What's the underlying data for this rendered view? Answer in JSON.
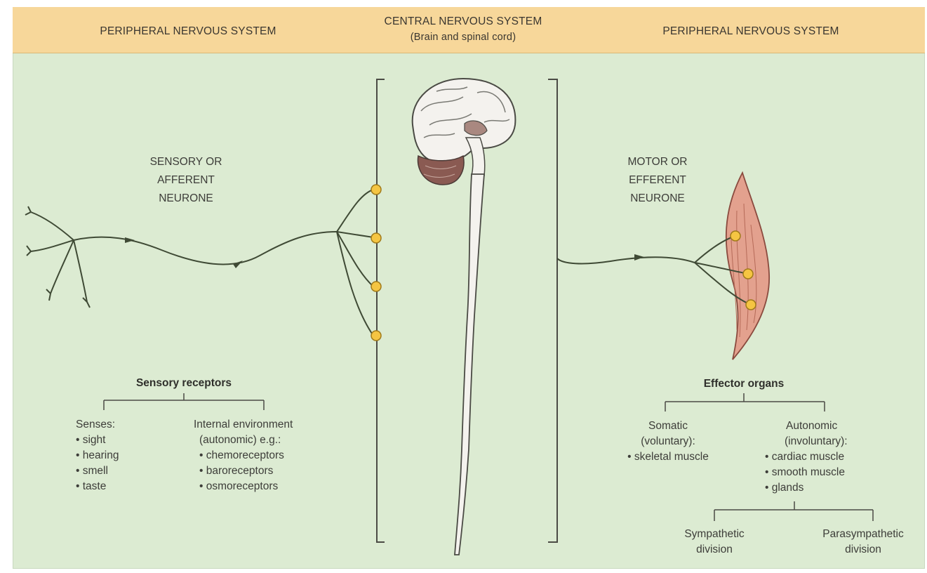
{
  "header": {
    "left": "PERIPHERAL NERVOUS SYSTEM",
    "center_title": "CENTRAL NERVOUS SYSTEM",
    "center_subtitle": "(Brain and spinal cord)",
    "right": "PERIPHERAL NERVOUS SYSTEM"
  },
  "sensory_neurone": {
    "line1": "SENSORY OR",
    "line2": "AFFERENT",
    "line3": "NEURONE"
  },
  "motor_neurone": {
    "line1": "MOTOR OR",
    "line2": "EFFERENT",
    "line3": "NEURONE"
  },
  "sensory_receptors": {
    "title": "Sensory receptors",
    "senses": {
      "heading": "Senses:",
      "items": [
        "sight",
        "hearing",
        "smell",
        "taste"
      ]
    },
    "internal": {
      "heading1": "Internal environment",
      "heading2": "(autonomic) e.g.:",
      "items": [
        "chemoreceptors",
        "baroreceptors",
        "osmoreceptors"
      ]
    }
  },
  "effector_organs": {
    "title": "Effector organs",
    "somatic": {
      "heading1": "Somatic",
      "heading2": "(voluntary):",
      "items": [
        "skeletal muscle"
      ]
    },
    "autonomic": {
      "heading1": "Autonomic",
      "heading2": "(involuntary):",
      "items": [
        "cardiac muscle",
        "smooth muscle",
        "glands"
      ]
    },
    "sympathetic": {
      "line1": "Sympathetic",
      "line2": "division"
    },
    "parasympathetic": {
      "line1": "Parasympathetic",
      "line2": "division"
    }
  },
  "colors": {
    "background": "#dcebd2",
    "header": "#f7d79a",
    "nerve": "#3f4a35",
    "synapse": "#f5c542",
    "muscle": "#e3a18e",
    "brain": "#f4f2ee",
    "brainstem": "#8a5a52"
  }
}
